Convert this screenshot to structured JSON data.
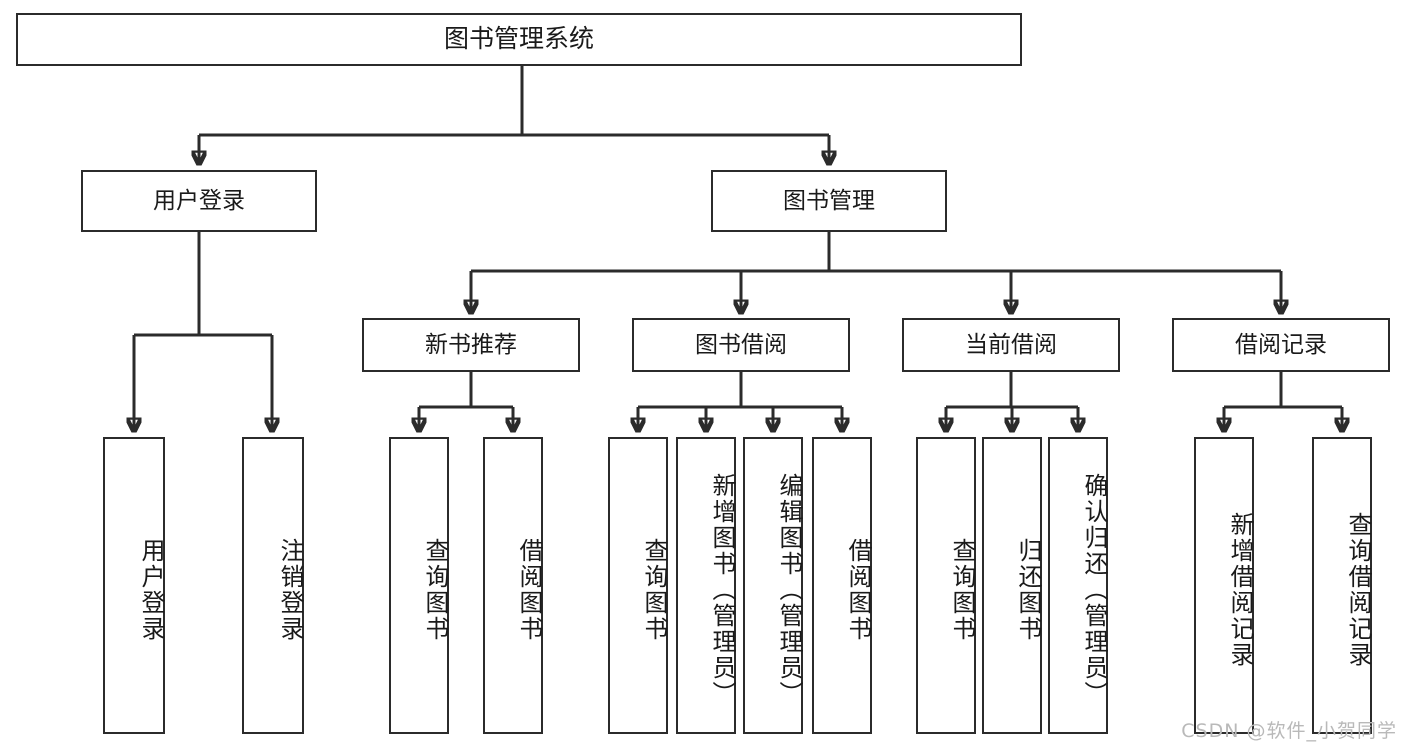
{
  "diagram": {
    "title": "图书管理系统",
    "watermark": "CSDN @软件_小贺同学",
    "accent_color": "#2b2b2b",
    "background_color": "#ffffff",
    "text_color": "#1a1a1a",
    "watermark_color": "#b9b9b9"
  },
  "chart_data": {
    "type": "tree",
    "title": "图书管理系统",
    "root": "图书管理系统",
    "levels": 4,
    "nodes": [
      {
        "id": "root",
        "label": "图书管理系统",
        "level": 1,
        "parent": null
      },
      {
        "id": "user_login",
        "label": "用户登录",
        "level": 2,
        "parent": "root"
      },
      {
        "id": "book_mgmt",
        "label": "图书管理",
        "level": 2,
        "parent": "root"
      },
      {
        "id": "new_book_rec",
        "label": "新书推荐",
        "level": 3,
        "parent": "book_mgmt"
      },
      {
        "id": "book_borrow",
        "label": "图书借阅",
        "level": 3,
        "parent": "book_mgmt"
      },
      {
        "id": "current_borrow",
        "label": "当前借阅",
        "level": 3,
        "parent": "book_mgmt"
      },
      {
        "id": "borrow_record",
        "label": "借阅记录",
        "level": 3,
        "parent": "book_mgmt"
      },
      {
        "id": "leaf_user_login",
        "label": "用户登录",
        "level": 3,
        "parent": "user_login"
      },
      {
        "id": "leaf_logout",
        "label": "注销登录",
        "level": 3,
        "parent": "user_login"
      },
      {
        "id": "leaf_query_book_1",
        "label": "查询图书",
        "level": 4,
        "parent": "new_book_rec"
      },
      {
        "id": "leaf_borrow_book_1",
        "label": "借阅图书",
        "level": 4,
        "parent": "new_book_rec"
      },
      {
        "id": "leaf_query_book_2",
        "label": "查询图书",
        "level": 4,
        "parent": "book_borrow"
      },
      {
        "id": "leaf_add_book",
        "label": "新增图书（管理员）",
        "level": 4,
        "parent": "book_borrow"
      },
      {
        "id": "leaf_edit_book",
        "label": "编辑图书（管理员）",
        "level": 4,
        "parent": "book_borrow"
      },
      {
        "id": "leaf_borrow_book_2",
        "label": "借阅图书",
        "level": 4,
        "parent": "book_borrow"
      },
      {
        "id": "leaf_query_book_3",
        "label": "查询图书",
        "level": 4,
        "parent": "current_borrow"
      },
      {
        "id": "leaf_return_book",
        "label": "归还图书",
        "level": 4,
        "parent": "current_borrow"
      },
      {
        "id": "leaf_confirm_return",
        "label": "确认归还（管理员）",
        "level": 4,
        "parent": "current_borrow"
      },
      {
        "id": "leaf_add_record",
        "label": "新增借阅记录",
        "level": 4,
        "parent": "borrow_record"
      },
      {
        "id": "leaf_query_record",
        "label": "查询借阅记录",
        "level": 4,
        "parent": "borrow_record"
      }
    ]
  },
  "nodes": {
    "root": {
      "label": "图书管理系统"
    },
    "user_login": {
      "label": "用户登录"
    },
    "book_mgmt": {
      "label": "图书管理"
    },
    "new_book_rec": {
      "label": "新书推荐"
    },
    "book_borrow": {
      "label": "图书借阅"
    },
    "current_borrow": {
      "label": "当前借阅"
    },
    "borrow_record": {
      "label": "借阅记录"
    },
    "leaf_user_login": {
      "label": "用户登录"
    },
    "leaf_logout": {
      "label": "注销登录"
    },
    "leaf_query_book_1": {
      "label": "查询图书"
    },
    "leaf_borrow_book_1": {
      "label": "借阅图书"
    },
    "leaf_query_book_2": {
      "label": "查询图书"
    },
    "leaf_add_book": {
      "label": "新增图书（管理员）"
    },
    "leaf_edit_book": {
      "label": "编辑图书（管理员）"
    },
    "leaf_borrow_book_2": {
      "label": "借阅图书"
    },
    "leaf_query_book_3": {
      "label": "查询图书"
    },
    "leaf_return_book": {
      "label": "归还图书"
    },
    "leaf_confirm_return": {
      "label": "确认归还（管理员）"
    },
    "leaf_add_record": {
      "label": "新增借阅记录"
    },
    "leaf_query_record": {
      "label": "查询借阅记录"
    }
  }
}
